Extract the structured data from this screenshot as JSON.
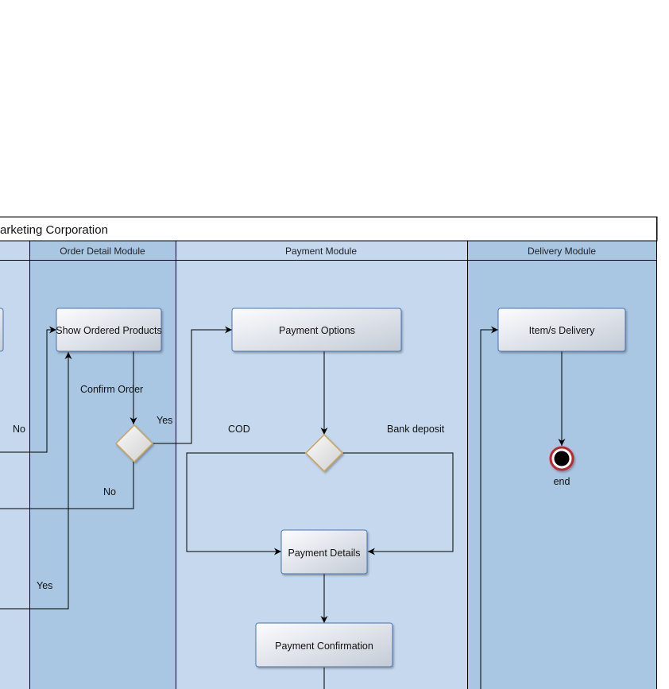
{
  "pool": {
    "title": "arketing Corporation"
  },
  "lanes": [
    {
      "id": "order_detail",
      "name": "Order Detail Module"
    },
    {
      "id": "payment",
      "name": "Payment Module"
    },
    {
      "id": "delivery",
      "name": "Delivery Module"
    }
  ],
  "nodes": {
    "show_ordered_products": "Show Ordered Products",
    "payment_options": "Payment Options",
    "items_delivery": "Item/s Delivery",
    "payment_details": "Payment Details",
    "payment_confirmation": "Payment Confirmation",
    "end": "end"
  },
  "edge_labels": {
    "confirm_order": "Confirm Order",
    "yes_to_payment": "Yes",
    "no_left_upper": "No",
    "no_left_lower": "No",
    "yes_left_lower": "Yes",
    "cod": "COD",
    "bank_deposit": "Bank deposit"
  },
  "colors": {
    "lane_dark": "#a9c6e2",
    "lane_light": "#c5d8ee",
    "node_border": "#4a74b4",
    "decision_border": "#c9a35a",
    "end_ring": "#c0282e"
  }
}
